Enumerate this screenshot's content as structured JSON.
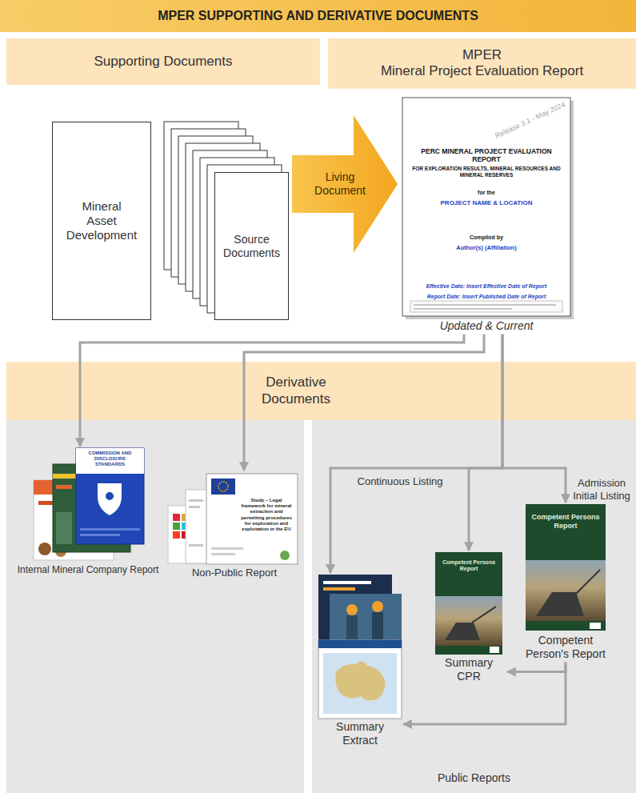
{
  "diagram": {
    "title": "MPER SUPPORTING AND DERIVATIVE DOCUMENTS",
    "nodes": [
      {
        "text": [
          "Supporting Documents"
        ]
      },
      {
        "text": [
          "MPER",
          "Mineral Project Evaluation Report"
        ]
      },
      {
        "text": [
          "Mineral Asset Development"
        ]
      },
      {
        "text": [
          "Source Documents"
        ]
      },
      {
        "text": [
          "PERC MINERAL PROJECT EVALUATION REPORT",
          "FOR EXPLORATION RESULTS, MINERAL RESOURCES AND MINERAL RESERVES",
          "for the",
          "PROJECT NAME & LOCATION",
          "Compiled by",
          "Author(s) (Affiliation)",
          "Effective Date: Insert Effective Date of Report",
          "Report Date: Insert Published Date of Report",
          "Updated & Current"
        ]
      },
      {
        "text": [
          "Derivative Documents"
        ]
      },
      {
        "text": [
          "Internal Mineral Company Report"
        ]
      },
      {
        "text": [
          "Non-Public Report"
        ]
      },
      {
        "text": [
          "Public Reports"
        ]
      },
      {
        "text": [
          "Summary Extract"
        ],
        "in": 8
      },
      {
        "text": [
          "Summary CPR"
        ],
        "in": 8
      },
      {
        "text": [
          "Competent Person's Report"
        ],
        "in": 8
      }
    ],
    "edges": [
      {
        "from": 3,
        "to": 4,
        "arrow": "to",
        "label": "Living Document"
      },
      {
        "from": 4,
        "to": 6,
        "arrow": "to"
      },
      {
        "from": 4,
        "to": 7,
        "arrow": "to"
      },
      {
        "from": 4,
        "to": 9,
        "arrow": "to",
        "label": "Continuous Listing"
      },
      {
        "from": 4,
        "to": 10,
        "arrow": "to"
      },
      {
        "from": 4,
        "to": 11,
        "arrow": "to",
        "label": "Admission Initial Listing"
      },
      {
        "from": 11,
        "to": 10,
        "arrow": "to"
      },
      {
        "from": 11,
        "to": 9,
        "arrow": "to"
      }
    ],
    "labels": [
      "Release 3.1 - May 2024",
      "COMMISSION AND DISCLOSURE STANDARDS",
      "Study – Legal framework for mineral extraction and permitting procedures for exploration and exploitation in the EU",
      "Competent Persons Report",
      "Competent Persons Report"
    ]
  }
}
